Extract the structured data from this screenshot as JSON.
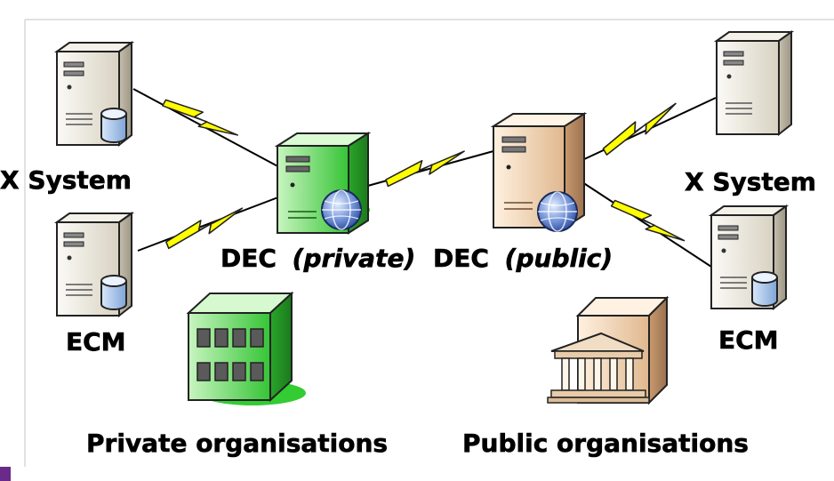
{
  "diagram": {
    "labels": {
      "x_system_left": "X System",
      "ecm_left": "ECM",
      "dec_private_name": "DEC",
      "dec_private_qualifier": "(private)",
      "dec_public_name": "DEC",
      "dec_public_qualifier": "(public)",
      "x_system_right": "X System",
      "ecm_right": "ECM",
      "private_organisations": "Private organisations",
      "public_organisations": "Public organisations"
    },
    "nodes": [
      {
        "name": "X System",
        "side": "left",
        "icon": "server-with-database-icon"
      },
      {
        "name": "ECM",
        "side": "left",
        "icon": "server-with-database-icon"
      },
      {
        "name": "DEC (private)",
        "icon": "green-server-with-globe-icon"
      },
      {
        "name": "DEC (public)",
        "icon": "tan-server-with-globe-icon"
      },
      {
        "name": "X System",
        "side": "right",
        "icon": "server-icon"
      },
      {
        "name": "ECM",
        "side": "right",
        "icon": "server-with-database-icon"
      },
      {
        "name": "Private organisations",
        "icon": "office-building-icon"
      },
      {
        "name": "Public organisations",
        "icon": "public-institution-building-icon"
      }
    ],
    "links": [
      {
        "from": "X System (left)",
        "to": "DEC (private)",
        "style": "lightning"
      },
      {
        "from": "ECM (left)",
        "to": "DEC (private)",
        "style": "lightning"
      },
      {
        "from": "DEC (private)",
        "to": "DEC (public)",
        "style": "lightning"
      },
      {
        "from": "DEC (public)",
        "to": "X System (right)",
        "style": "lightning"
      },
      {
        "from": "DEC (public)",
        "to": "ECM (right)",
        "style": "lightning"
      }
    ],
    "colors": {
      "private": "#33cc33",
      "public": "#e8c9a8",
      "server_grey": "#e6e0d0",
      "lightning": "#ffff00",
      "accent_bar": "#6a2a8a",
      "frame": "#d9d9d9"
    }
  }
}
